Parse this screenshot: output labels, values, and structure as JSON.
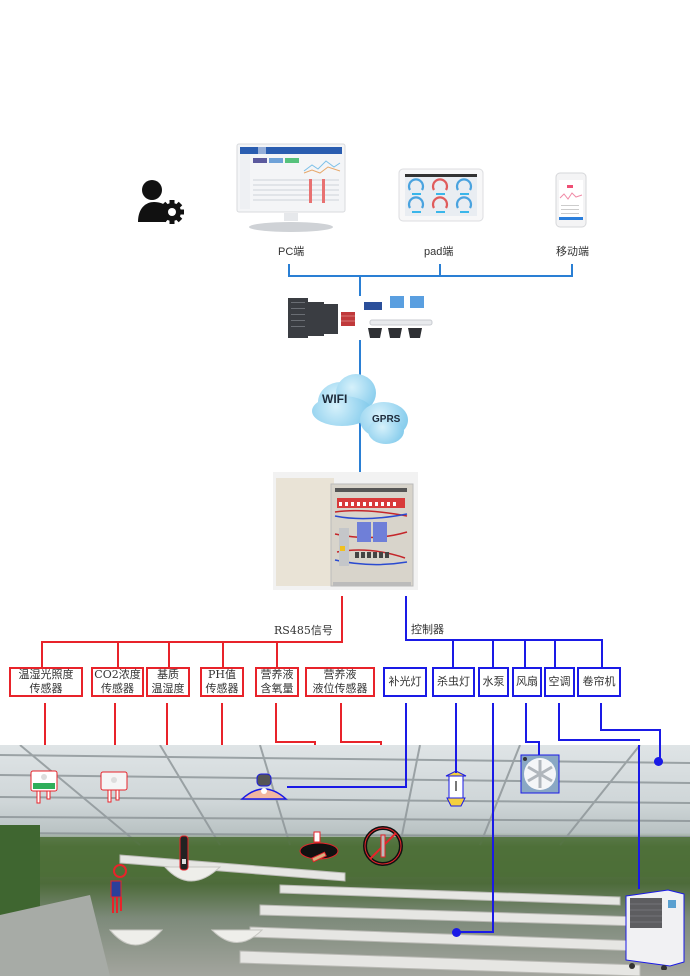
{
  "clients": {
    "pc_label": "PC端",
    "pad_label": "pad端",
    "mobile_label": "移动端"
  },
  "network": {
    "cloud_primary": "WIFI",
    "cloud_secondary": "GPRS"
  },
  "buses": {
    "sensor_bus_label": "RS485信号",
    "control_bus_label": "控制器"
  },
  "sensors": [
    {
      "line1": "温湿光照度",
      "line2": "传感器"
    },
    {
      "line1": "CO2浓度",
      "line2": "传感器"
    },
    {
      "line1": "基质",
      "line2": "温湿度"
    },
    {
      "line1": "PH值",
      "line2": "传感器"
    },
    {
      "line1": "营养液",
      "line2": "含氧量"
    },
    {
      "line1": "营养液",
      "line2": "液位传感器"
    }
  ],
  "actuators": [
    {
      "label": "补光灯"
    },
    {
      "label": "杀虫灯"
    },
    {
      "label": "水泵"
    },
    {
      "label": "风扇"
    },
    {
      "label": "空调"
    },
    {
      "label": "卷帘机"
    }
  ],
  "colors": {
    "sensor_bus": "#e8232a",
    "control_bus": "#1a1ae6",
    "network_link": "#2a7fd4"
  }
}
